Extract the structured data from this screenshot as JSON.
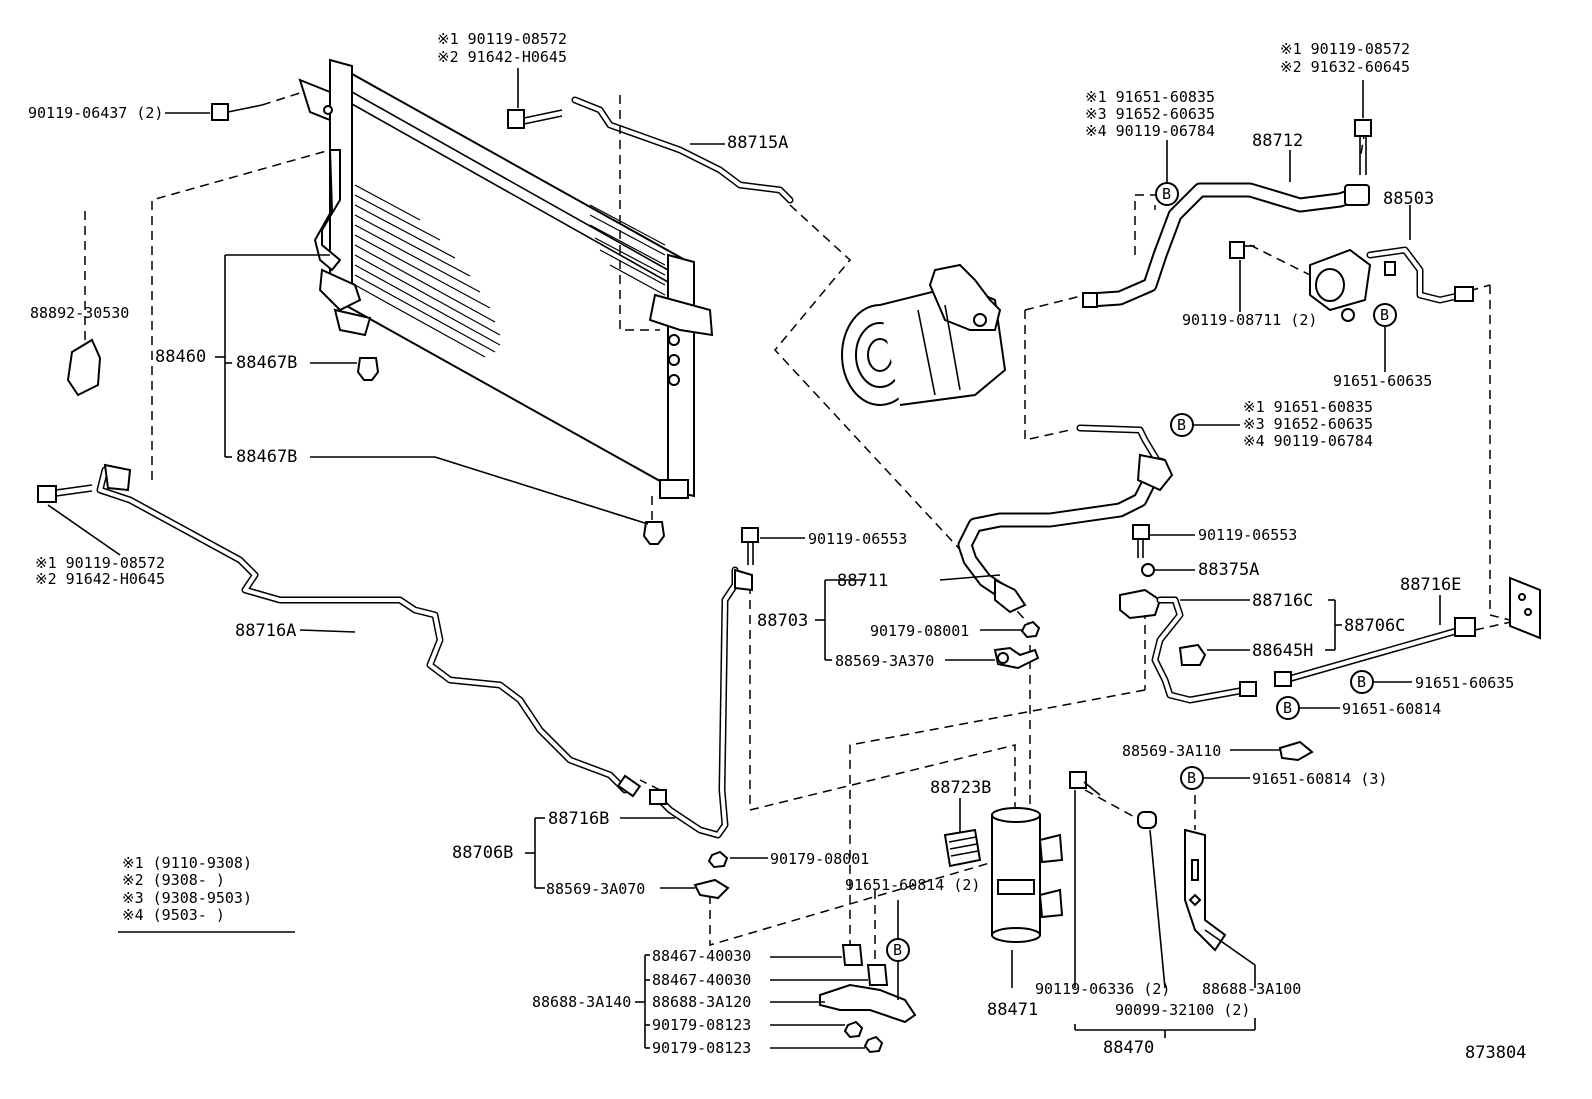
{
  "diagram_id": "873804",
  "labels": {
    "bolt_90119_06437": "90119-06437 (2)",
    "sym1_top": "※1  90119-08572",
    "sym2_top": "※2  91642-H0645",
    "p88715A": "88715A",
    "p88892": "88892-30530",
    "p88460": "88460",
    "p88467B_1": "88467B",
    "p88467B_2": "88467B",
    "sym1_left": "※1  90119-08572",
    "sym2_left": "※2  91642-H0645",
    "p88716A": "88716A",
    "rsym1_a": "※1  90119-08572",
    "rsym2_a": "※2  91632-60645",
    "rsym1_b": "※1  91651-60835",
    "rsym3_b": "※3  91652-60635",
    "rsym4_b": "※4  90119-06784",
    "p88712": "88712",
    "p88503": "88503",
    "p90119_08711": "90119-08711 (2)",
    "p91651_60635_a": "91651-60635",
    "rsym1_c": "※1  91651-60835",
    "rsym3_c": "※3  91652-60635",
    "rsym4_c": "※4  90119-06784",
    "p90119_06553_a": "90119-06553",
    "p88711": "88711",
    "p88703": "88703",
    "p90179_08001_a": "90179-08001",
    "p88569_3A370": "88569-3A370",
    "p90119_06553_b": "90119-06553",
    "p88375A": "88375A",
    "p88716C": "88716C",
    "p88706C": "88706C",
    "p88645H": "88645H",
    "p88716E": "88716E",
    "p91651_60635_b": "91651-60635",
    "p91651_60814_a": "91651-60814",
    "p88569_3A110": "88569-3A110",
    "p91651_60814_3": "91651-60814 (3)",
    "p88723B": "88723B",
    "p88716B": "88716B",
    "p88706B": "88706B",
    "p90179_08001_b": "90179-08001",
    "p88569_3A070": "88569-3A070",
    "p91651_60814_2": "91651-60814 (2)",
    "p88467_40030_a": "88467-40030",
    "p88467_40030_b": "88467-40030",
    "p88688_3A140": "88688-3A140",
    "p88688_3A120": "88688-3A120",
    "p90179_08123_a": "90179-08123",
    "p90179_08123_b": "90179-08123",
    "p88471": "88471",
    "p90119_06336": "90119-06336 (2)",
    "p90099_32100": "90099-32100 (2)",
    "p88688_3A100": "88688-3A100",
    "p88470": "88470",
    "b_marker": "B"
  },
  "legend": [
    "※1  (9110-9308)",
    "※2  (9308-     )",
    "※3  (9308-9503)",
    "※4  (9503-     )"
  ]
}
